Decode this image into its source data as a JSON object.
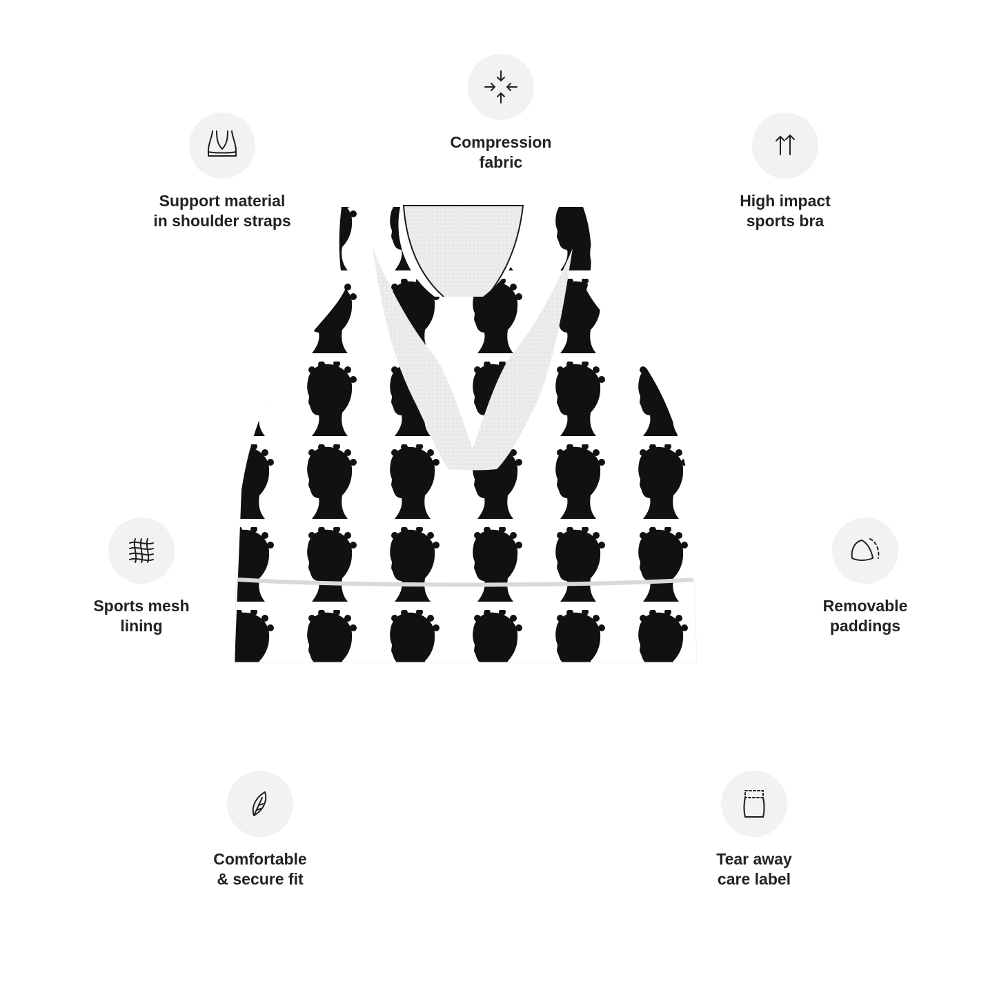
{
  "features": {
    "compression": {
      "label": "Compression\nfabric",
      "icon": "compress-arrows-icon"
    },
    "support": {
      "label": "Support material\nin shoulder straps",
      "icon": "bra-straps-icon"
    },
    "impact": {
      "label": "High impact\nsports bra",
      "icon": "double-up-arrows-icon"
    },
    "mesh": {
      "label": "Sports mesh\nlining",
      "icon": "mesh-net-icon"
    },
    "padding": {
      "label": "Removable\npaddings",
      "icon": "padding-cup-icon"
    },
    "fit": {
      "label": "Comfortable\n& secure fit",
      "icon": "feather-icon"
    },
    "care_label": {
      "label": "Tear away\ncare label",
      "icon": "tag-label-icon"
    }
  },
  "product": {
    "type": "longline sports bra",
    "print": "black silhouette profile pattern",
    "colors": {
      "base": "#ffffff",
      "print": "#111111",
      "lining": "#ececec",
      "icon_bg": "#f2f2f2"
    }
  }
}
